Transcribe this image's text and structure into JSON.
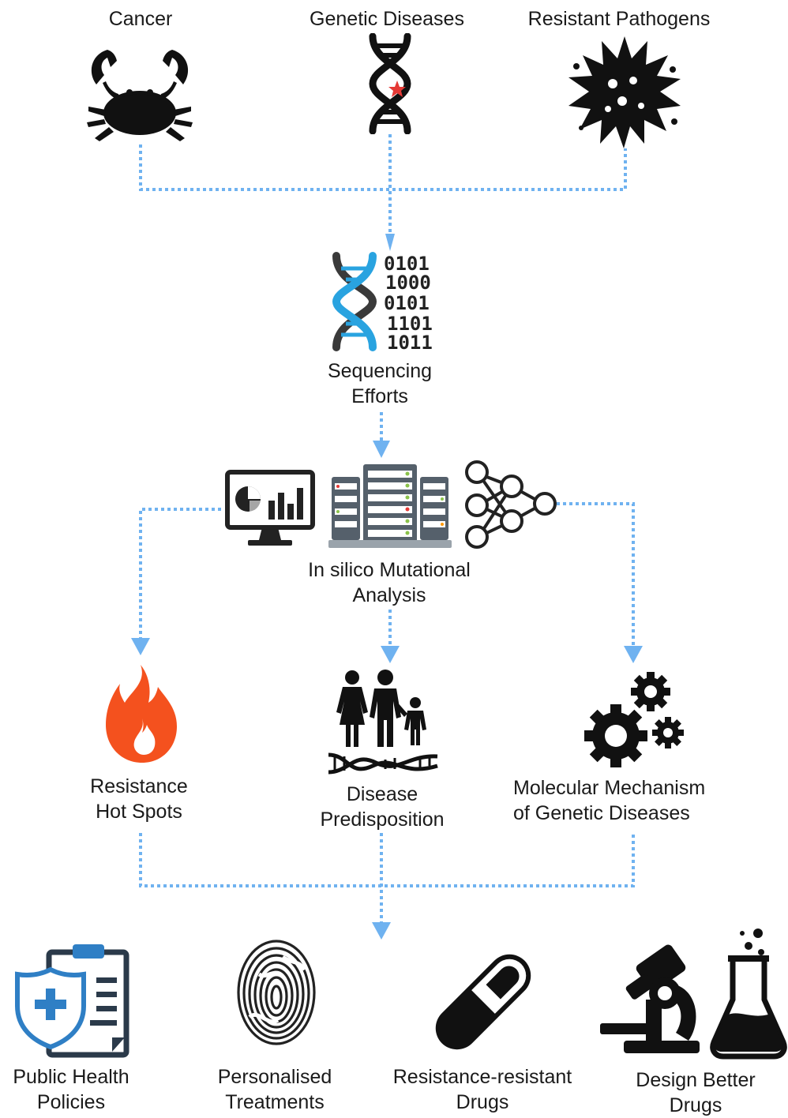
{
  "sources": {
    "cancer": "Cancer",
    "genetic": "Genetic Diseases",
    "pathogens": "Resistant Pathogens"
  },
  "sequencing": {
    "line1": "Sequencing",
    "line2": "Efforts"
  },
  "binary_rows": [
    "0101",
    "1000",
    "0101",
    "1101",
    "1011"
  ],
  "analysis": {
    "line1": "In silico Mutational",
    "line2": "Analysis"
  },
  "findings": {
    "hotspots": {
      "line1": "Resistance",
      "line2": "Hot Spots"
    },
    "predisposition": {
      "line1": "Disease",
      "line2": "Predisposition"
    },
    "mechanism": {
      "line1": "Molecular Mechanism",
      "line2": "of Genetic Diseases"
    }
  },
  "outcomes": {
    "policies": {
      "line1": "Public Health",
      "line2": "Policies"
    },
    "treatments": {
      "line1": "Personalised",
      "line2": "Treatments"
    },
    "drugs": {
      "line1": "Resistance-resistant",
      "line2": "Drugs"
    },
    "design": {
      "line1": "Design Better",
      "line2": "Drugs"
    }
  },
  "icons": [
    "crab-icon",
    "dna-star-icon",
    "virus-icon",
    "dna-binary-icon",
    "dashboard-monitor-icon",
    "server-rack-icon",
    "neural-network-icon",
    "flame-icon",
    "family-dna-icon",
    "gears-icon",
    "health-clipboard-icon",
    "fingerprint-icon",
    "pill-icon",
    "microscope-icon",
    "flask-icon"
  ],
  "colors": {
    "connector": "#6fb2f0",
    "flame": "#f4511e",
    "dna_blue": "#29a3e0",
    "shield_blue": "#2f7fc5",
    "star": "#e53935"
  }
}
